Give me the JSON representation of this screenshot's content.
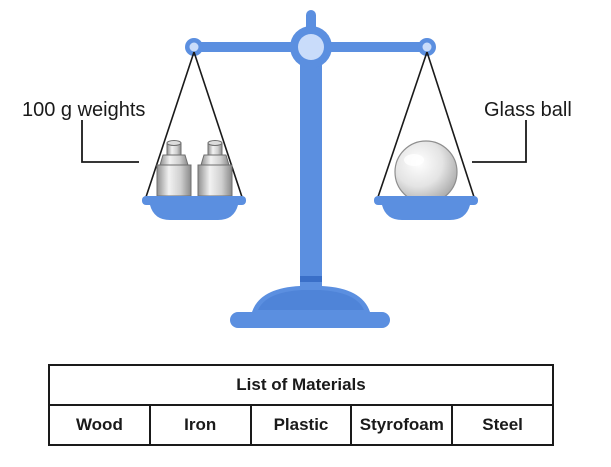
{
  "labels": {
    "left_pan": "100 g weights",
    "right_pan": "Glass ball"
  },
  "table": {
    "title": "List of Materials",
    "materials": [
      "Wood",
      "Iron",
      "Plastic",
      "Styrofoam",
      "Steel"
    ]
  },
  "colors": {
    "scale_blue": "#5b8fe0",
    "scale_dark_blue": "#3a6fc8",
    "pivot_light": "#c9dcfa",
    "metal_light": "#e6e6e6",
    "metal_dark": "#9a9a9a",
    "line": "#1a1a1a"
  },
  "icons": {
    "left_pan_contents": "cylindrical-weight-icon",
    "right_pan_contents": "glass-ball-icon"
  }
}
